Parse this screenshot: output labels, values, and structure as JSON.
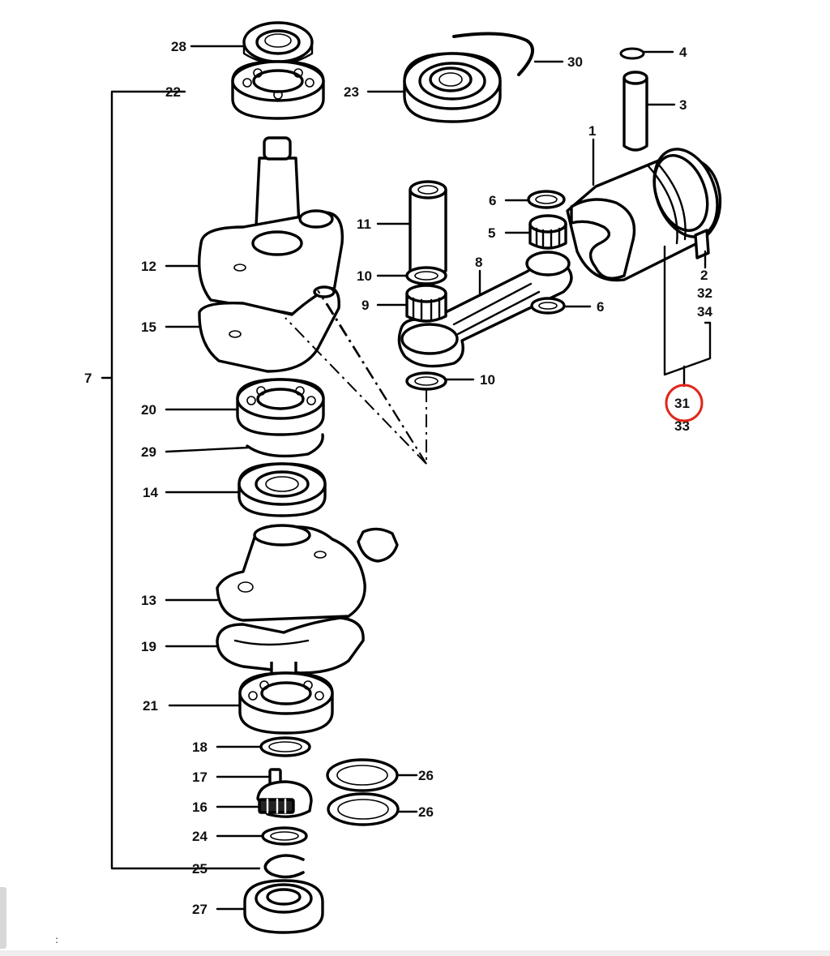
{
  "diagram": {
    "highlight_color": "#e0261b",
    "highlighted_callout": "31",
    "callouts": {
      "c1": "1",
      "c2": "2",
      "c3": "3",
      "c4": "4",
      "c5": "5",
      "c6a": "6",
      "c6b": "6",
      "c7": "7",
      "c8": "8",
      "c9": "9",
      "c10a": "10",
      "c10b": "10",
      "c11": "11",
      "c12": "12",
      "c13": "13",
      "c14": "14",
      "c15": "15",
      "c16": "16",
      "c17": "17",
      "c18": "18",
      "c19": "19",
      "c20": "20",
      "c21": "21",
      "c22": "22",
      "c23": "23",
      "c24": "24",
      "c25": "25",
      "c26a": "26",
      "c26b": "26",
      "c27": "27",
      "c28": "28",
      "c29": "29",
      "c30": "30",
      "c31": "31",
      "c32": "32",
      "c33": "33",
      "c34": "34"
    }
  },
  "ui": {
    "ellipsis": ":"
  }
}
